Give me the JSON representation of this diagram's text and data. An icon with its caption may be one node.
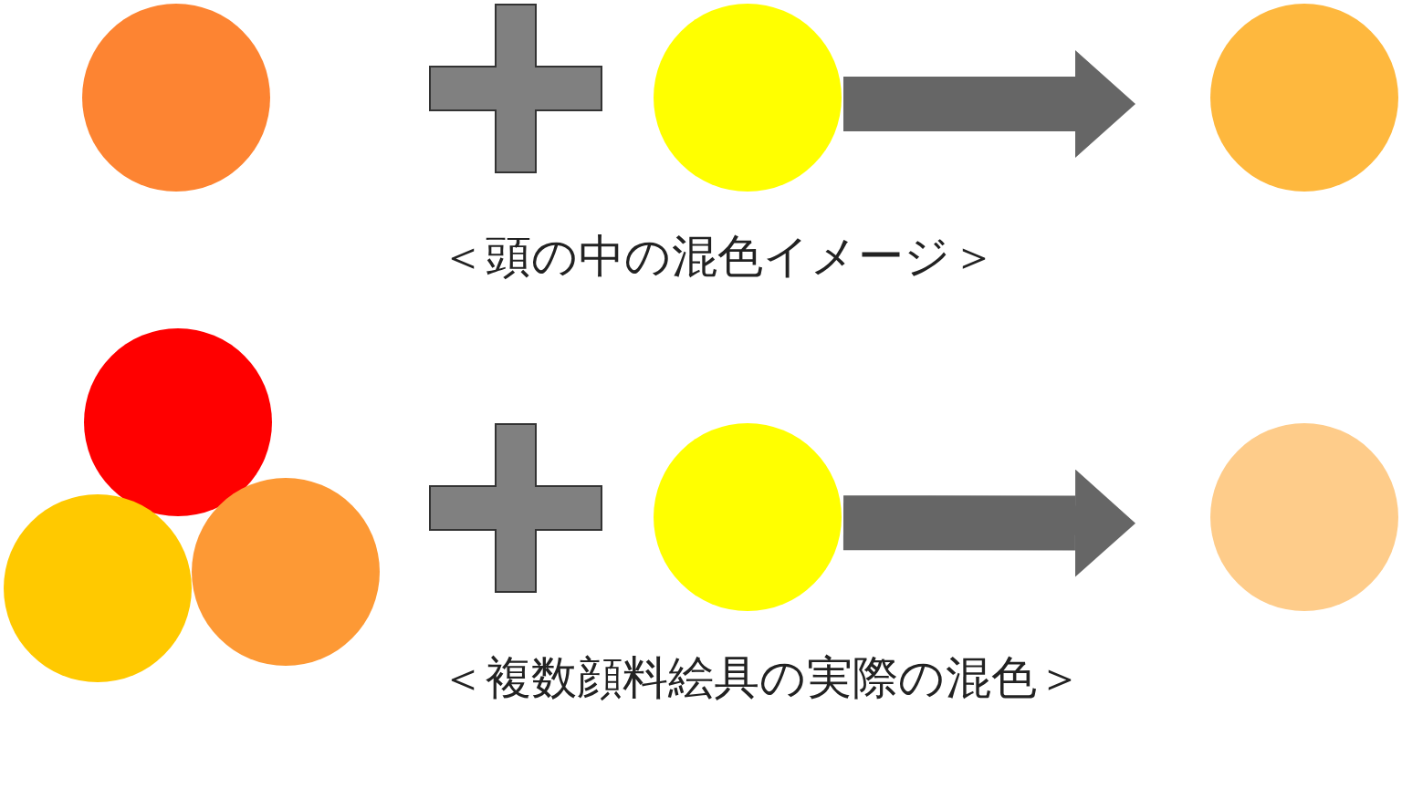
{
  "diagram": {
    "nodes": [
      {
        "text": [],
        "shape": "circle"
      },
      {
        "text": [],
        "shape": "circle"
      },
      {
        "text": [],
        "shape": "circle"
      },
      {
        "text": [],
        "shape": "circle"
      },
      {
        "text": [],
        "shape": "circle"
      },
      {
        "text": [],
        "shape": "circle"
      },
      {
        "text": [],
        "shape": "circle"
      },
      {
        "text": [],
        "shape": "circle"
      }
    ],
    "edges": [
      {
        "from": 1,
        "to": 2,
        "arrow": "to"
      },
      {
        "from": 6,
        "to": 7,
        "arrow": "to"
      }
    ],
    "labels": [
      "＜頭の中の混色イメージ＞",
      "＜複数顔料絵具の実際の混色＞"
    ]
  }
}
